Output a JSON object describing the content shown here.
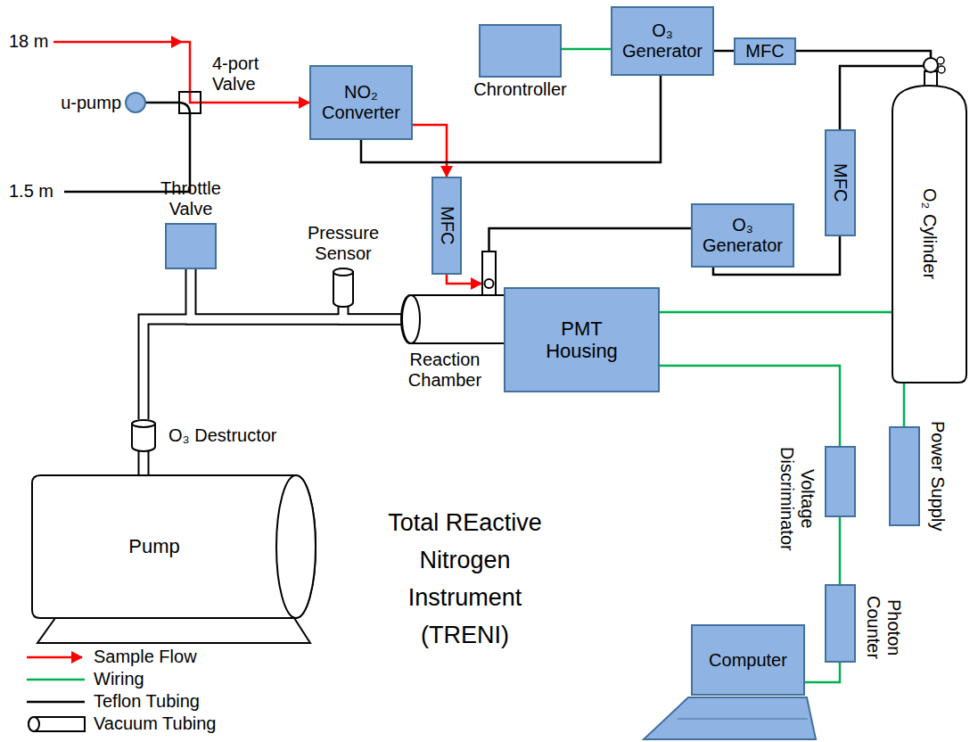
{
  "diagram": {
    "title": "Total REactive Nitrogen Instrument (TRENI)",
    "nodes": [
      {
        "text": [
          "4-port Valve"
        ]
      },
      {
        "text": [
          "u-pump"
        ]
      },
      {
        "text": [
          "NO₂ Converter"
        ]
      },
      {
        "text": [
          "Chrontroller"
        ]
      },
      {
        "text": [
          "O₃ Generator"
        ]
      },
      {
        "text": [
          "MFC"
        ]
      },
      {
        "text": [
          "O₂ Cylinder"
        ]
      },
      {
        "text": [
          "MFC"
        ]
      },
      {
        "text": [
          "MFC"
        ]
      },
      {
        "text": [
          "O₃ Generator"
        ]
      },
      {
        "text": [
          "Throttle Valve"
        ]
      },
      {
        "text": [
          "Pressure Sensor"
        ]
      },
      {
        "text": [
          "Reaction Chamber"
        ]
      },
      {
        "text": [
          "PMT Housing"
        ]
      },
      {
        "text": [
          "O₃ Destructor"
        ]
      },
      {
        "text": [
          "Pump"
        ]
      },
      {
        "text": [
          "Power Supply"
        ]
      },
      {
        "text": [
          "Voltage Discriminator"
        ]
      },
      {
        "text": [
          "Photon Counter"
        ]
      },
      {
        "text": [
          "Computer"
        ]
      }
    ],
    "edges": [
      {
        "from": 0,
        "to": 2,
        "arrow": "to"
      },
      {
        "from": 1,
        "to": 0,
        "arrow": "none"
      },
      {
        "from": 2,
        "to": 8,
        "arrow": "to"
      },
      {
        "from": 8,
        "to": 13,
        "arrow": "to"
      },
      {
        "from": 3,
        "to": 4,
        "arrow": "none"
      },
      {
        "from": 4,
        "to": 5,
        "arrow": "none"
      },
      {
        "from": 5,
        "to": 6,
        "arrow": "none"
      },
      {
        "from": 4,
        "to": 2,
        "arrow": "none"
      },
      {
        "from": 6,
        "to": 7,
        "arrow": "none"
      },
      {
        "from": 7,
        "to": 9,
        "arrow": "none"
      },
      {
        "from": 9,
        "to": 13,
        "arrow": "none"
      },
      {
        "from": 13,
        "to": 16,
        "arrow": "none"
      },
      {
        "from": 13,
        "to": 17,
        "arrow": "none"
      },
      {
        "from": 17,
        "to": 18,
        "arrow": "none"
      },
      {
        "from": 18,
        "to": 19,
        "arrow": "none"
      },
      {
        "from": 12,
        "to": 11,
        "arrow": "none"
      },
      {
        "from": 12,
        "to": 10,
        "arrow": "none"
      },
      {
        "from": 12,
        "to": 14,
        "arrow": "none"
      },
      {
        "from": 14,
        "to": 15,
        "arrow": "none"
      }
    ],
    "labels": [
      "18 m",
      "1.5 m"
    ],
    "legend": [
      {
        "text": "Sample Flow"
      },
      {
        "text": "Wiring"
      },
      {
        "text": "Teflon Tubing"
      },
      {
        "text": "Vacuum Tubing"
      }
    ]
  }
}
